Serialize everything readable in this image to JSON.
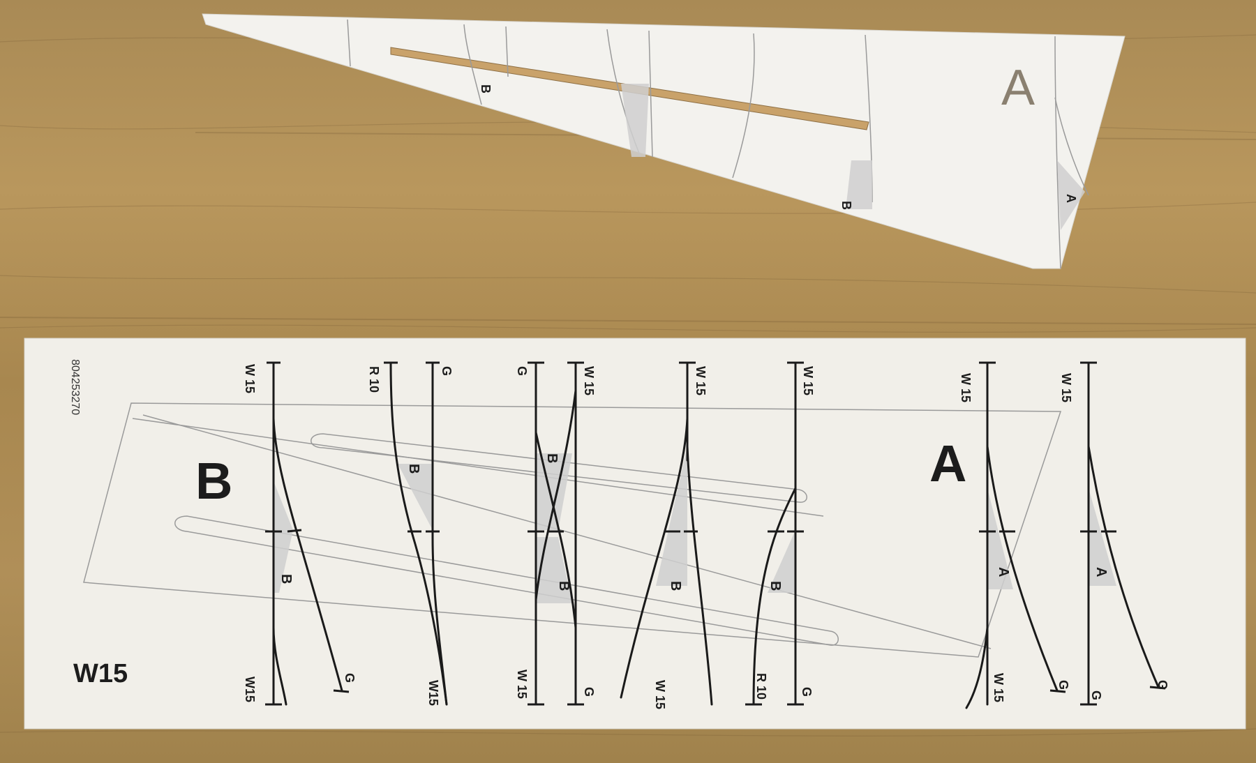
{
  "colors": {
    "wood": "#b08f58",
    "card": "#f1efe9",
    "ink": "#1a1a1a",
    "zone": "#cfcfcf"
  },
  "top_piece": {
    "big_letter": "A",
    "small_letters": [
      "B",
      "B",
      "A"
    ]
  },
  "card": {
    "serial": "804253270",
    "title": "W15",
    "big_letter_left": "B",
    "big_letter_right": "A",
    "columns": [
      {
        "top": [
          "W 15"
        ],
        "bottom": [
          "W15",
          "G"
        ],
        "zone_letter": "B"
      },
      {
        "top": [
          "R 10",
          "G"
        ],
        "bottom": [
          "W15"
        ],
        "zone_letter": "B"
      },
      {
        "top": [
          "G",
          "W 15"
        ],
        "bottom": [
          "W 15",
          "G"
        ],
        "zone_letter": "B"
      },
      {
        "top": [
          "W 15"
        ],
        "bottom": [
          "W 15"
        ],
        "zone_letter": "B"
      },
      {
        "top": [
          "W 15"
        ],
        "bottom": [
          "R 10",
          "G"
        ],
        "zone_letter": "B"
      },
      {
        "top": [
          "W 15"
        ],
        "bottom": [
          "W 15",
          "G"
        ],
        "zone_letter": "A"
      },
      {
        "top": [
          "W 15"
        ],
        "bottom": [
          "G",
          "G"
        ],
        "zone_letter": "A"
      }
    ]
  }
}
